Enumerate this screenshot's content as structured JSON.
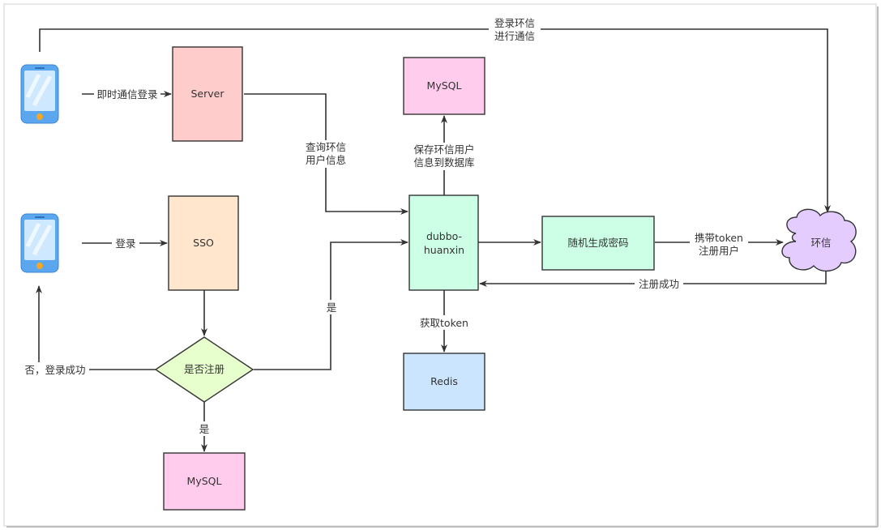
{
  "nodes": {
    "server": {
      "label": "Server",
      "fill": "#ffcccc"
    },
    "sso": {
      "label": "SSO",
      "fill": "#ffe6cc"
    },
    "mysql_top": {
      "label": "MySQL",
      "fill": "#ffccee"
    },
    "mysql_bottom": {
      "label": "MySQL",
      "fill": "#ffccee"
    },
    "dubbo": {
      "label_line1": "dubbo-",
      "label_line2": "huanxin",
      "fill": "#ccffe6"
    },
    "random_pwd": {
      "label": "随机生成密码",
      "fill": "#ccffe6"
    },
    "redis": {
      "label": "Redis",
      "fill": "#cce5ff"
    },
    "is_registered": {
      "label": "是否注册",
      "fill": "#e6ffcc"
    },
    "huanxin": {
      "label": "环信",
      "fill": "#e5ccff"
    }
  },
  "edges": {
    "im_login": "即时通信登录",
    "login": "登录",
    "query_user_1": "查询环信",
    "query_user_2": "用户信息",
    "save_user_1": "保存环信用户",
    "save_user_2": "信息到数据库",
    "get_token": "获取token",
    "yes_right": "是",
    "yes_down": "是",
    "no_login_success": "否，登录成功",
    "carry_token_1": "携带token",
    "carry_token_2": "注册用户",
    "register_success": "注册成功",
    "login_huanxin_1": "登录环信",
    "login_huanxin_2": "进行通信"
  },
  "colors": {
    "line": "#333333",
    "frame": "#d0d0d0",
    "phone_body": "#5aa7ef",
    "phone_screen": "#cde8ff",
    "phone_button": "#f5a623"
  }
}
